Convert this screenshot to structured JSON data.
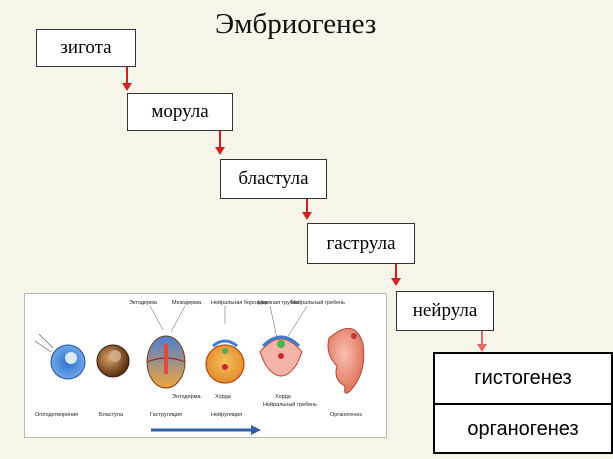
{
  "title": "Эмбриогенез",
  "stages": [
    "зигота",
    "морула",
    "бластула",
    "гаструла",
    "нейрула"
  ],
  "final": [
    "гистогенез",
    "органогенез"
  ],
  "image_labels": {
    "ectoderm": "Эктодерма",
    "mesoderm": "Мезодерма",
    "neural_groove": "Нейральная бороздка",
    "neural_tube": "Нервная трубка",
    "neural_crest_top": "Нейральный гребень",
    "endoderm": "Энтодерма",
    "notochord1": "Хорда",
    "notochord2": "Хорда",
    "neural_crest_bottom": "Нейральный гребень",
    "fertilization": "Оплодотворение",
    "blastula": "Бластула",
    "gastrulation": "Гаструляция",
    "neurulation": "Нейруляция",
    "organogenesis": "Органогенез"
  },
  "colors": {
    "arrow": "#d21f1f",
    "background": "#f7f5ea",
    "progress_arrow": "#2f5fa8"
  }
}
